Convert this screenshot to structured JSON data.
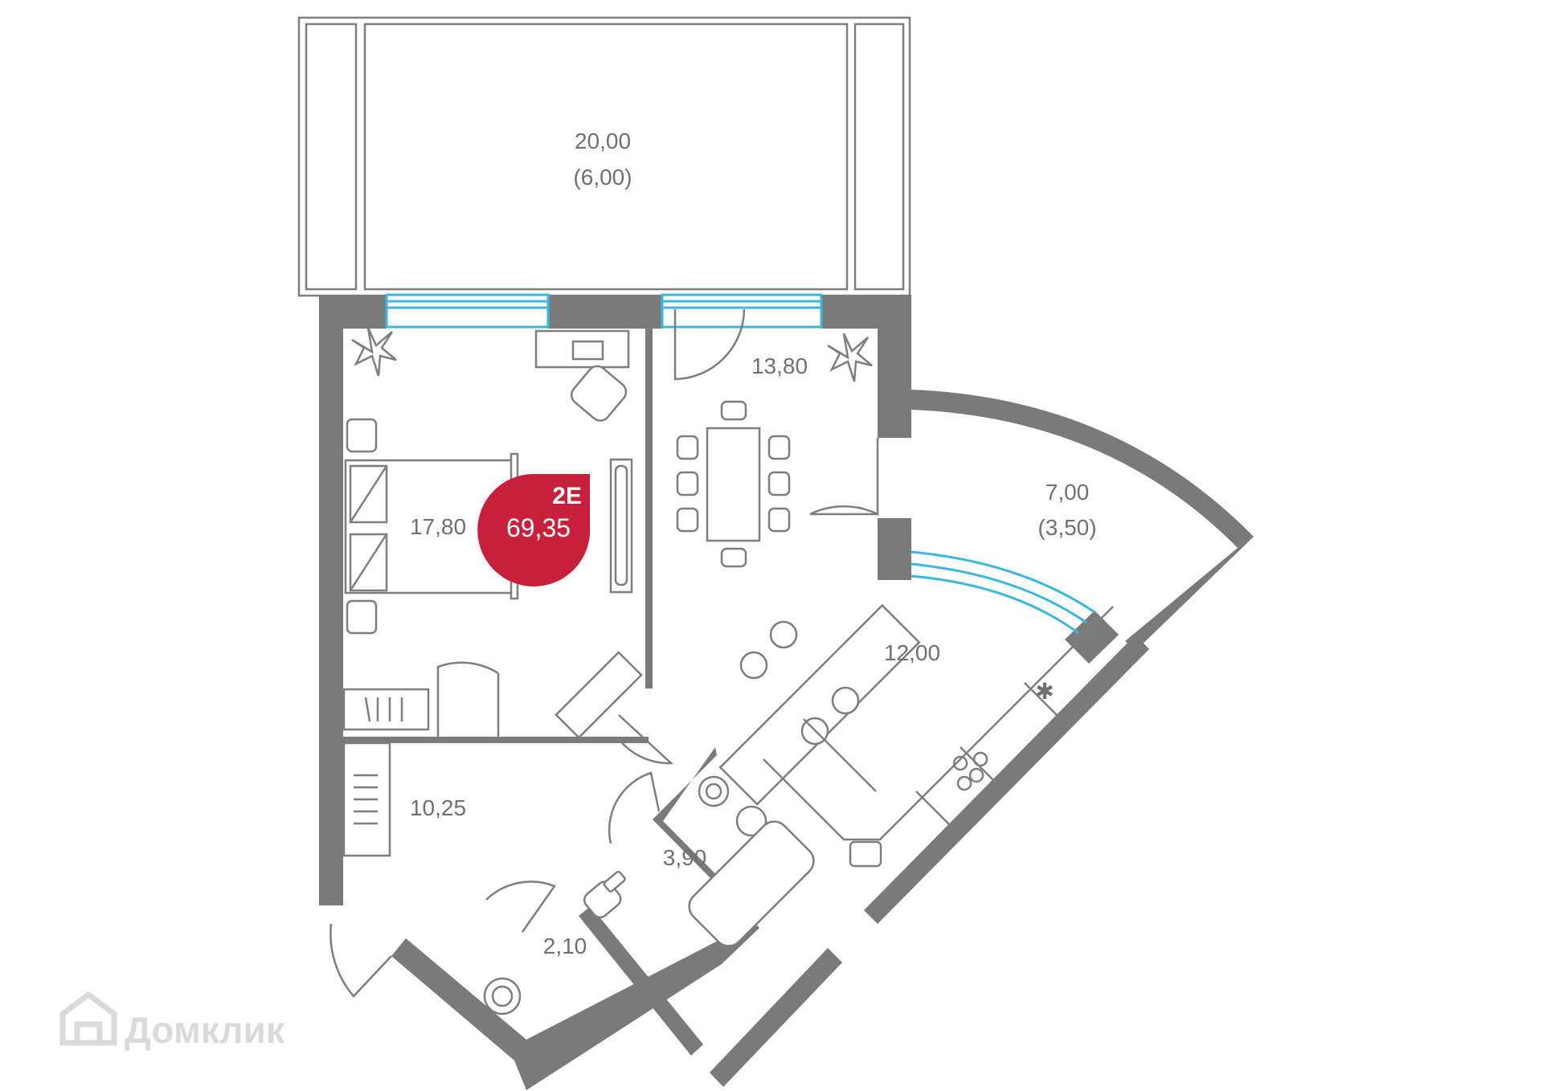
{
  "plan": {
    "apartment": {
      "type": "2E",
      "area": "69,35",
      "badge_color": "#c8203a"
    },
    "rooms": {
      "balcony_area": "20,00",
      "balcony_reduced": "(6,00)",
      "bedroom": "17,80",
      "living": "13,80",
      "loggia_area": "7,00",
      "loggia_reduced": "(3,50)",
      "kitchen": "12,00",
      "hall": "10,25",
      "bathroom": "3,90",
      "wc": "2,10"
    },
    "watermark": "Домклик",
    "colors": {
      "walls": "#7a7a7a",
      "windows": "#3ab7df",
      "labels": "#707070"
    }
  }
}
